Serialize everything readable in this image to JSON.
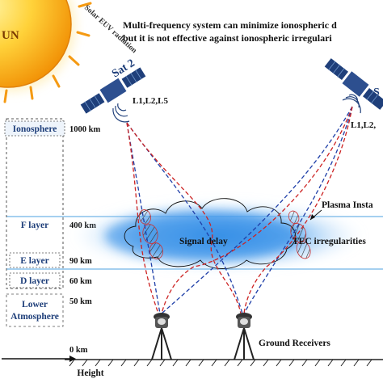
{
  "headline": {
    "line1": "Multi-frequency system can minimize ionospheric d",
    "line2": "but it is not effective against ionospheric irregulari"
  },
  "sun": {
    "label": "UN",
    "radiation_label": "Solar EUV radiation"
  },
  "satellites": [
    {
      "name": "Sat 2",
      "frequencies": "L1,L2,L5"
    },
    {
      "name": "S",
      "frequencies": "L1,L2,"
    }
  ],
  "layers": {
    "ionosphere": "Ionosphere",
    "f_layer": "F layer",
    "e_layer": "E layer",
    "d_layer": "D layer",
    "lower_atmosphere_1": "Lower",
    "lower_atmosphere_2": "Atmosphere"
  },
  "altitudes": {
    "a1000": "1000 km",
    "a400": "400 km",
    "a90": "90 km",
    "a60": "60 km",
    "a50": "50 km",
    "a0": "0 km"
  },
  "annotations": {
    "signal_delay": "Signal delay",
    "plasma": "Plasma Insta",
    "tec": "TEC irregularities",
    "ground_receivers": "Ground Receivers"
  },
  "axis_label": "Height",
  "colors": {
    "sun_core": "#ffd23a",
    "sun_edge": "#f08a00",
    "cloud": "#2f8be6",
    "signal_path": "#1f3fa8",
    "altitude_line": "#6fb3e6",
    "layer_text": "#1f3f7a"
  }
}
